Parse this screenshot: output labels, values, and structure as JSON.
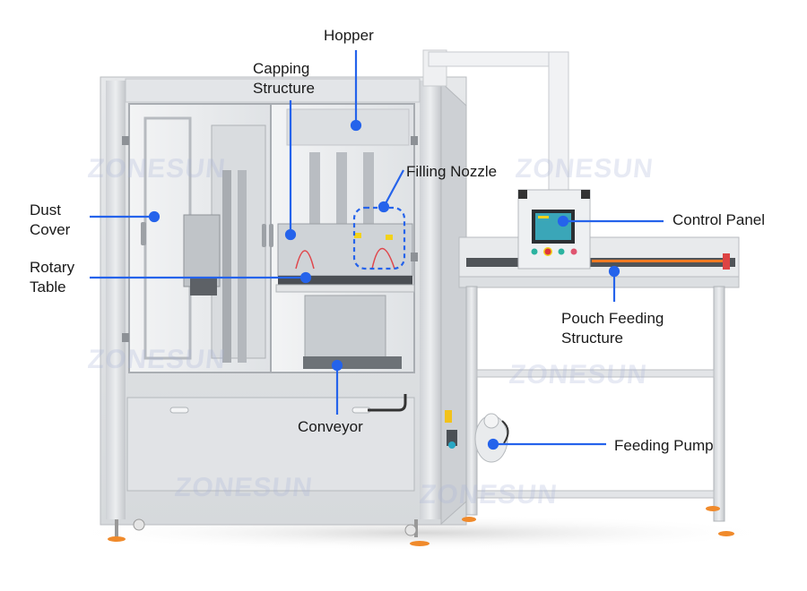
{
  "diagram": {
    "subject": "Rotary pouch filling and capping machine",
    "accent_color": "#2563eb",
    "watermark_text": "ZONESUN",
    "callouts": [
      {
        "id": "hopper",
        "line1": "Hopper",
        "line2": ""
      },
      {
        "id": "capping",
        "line1": "Capping",
        "line2": "Structure"
      },
      {
        "id": "filling",
        "line1": "Filling Nozzle",
        "line2": ""
      },
      {
        "id": "dust",
        "line1": "Dust",
        "line2": "Cover"
      },
      {
        "id": "rotary",
        "line1": "Rotary",
        "line2": "Table"
      },
      {
        "id": "control",
        "line1": "Control Panel",
        "line2": ""
      },
      {
        "id": "pouch",
        "line1": "Pouch Feeding",
        "line2": "Structure"
      },
      {
        "id": "conveyor",
        "line1": "Conveyor",
        "line2": ""
      },
      {
        "id": "pump",
        "line1": "Feeding Pump",
        "line2": ""
      }
    ]
  }
}
